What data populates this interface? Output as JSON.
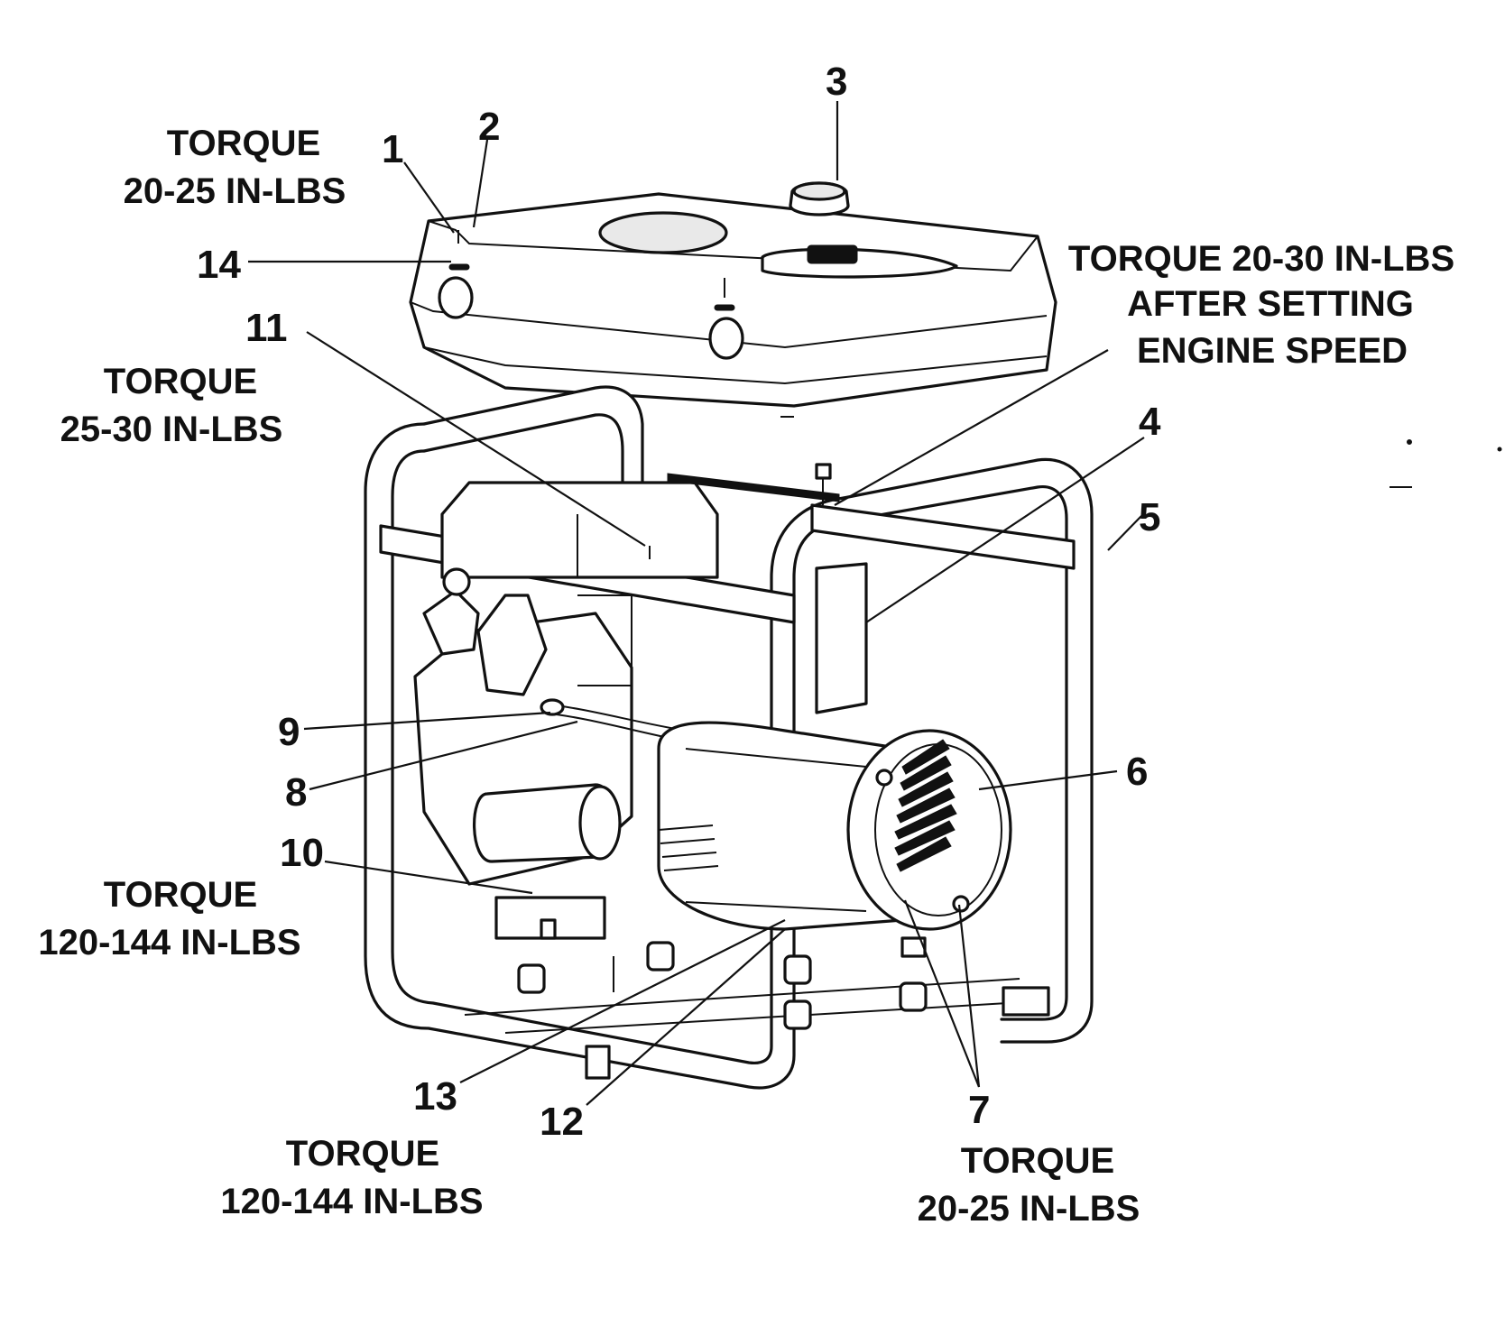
{
  "callouts": [
    "1",
    "2",
    "3",
    "4",
    "5",
    "6",
    "7",
    "8",
    "9",
    "10",
    "11",
    "12",
    "13",
    "14"
  ],
  "torque_notes": {
    "top_left": {
      "line1": "TORQUE",
      "line2": "20-25 IN-LBS"
    },
    "left_mid": {
      "line1": "TORQUE",
      "line2": "25-30 IN-LBS"
    },
    "top_right": {
      "line1": "TORQUE 20-30 IN-LBS",
      "line2": "AFTER SETTING",
      "line3": "ENGINE SPEED"
    },
    "left_low": {
      "line1": "TORQUE",
      "line2": "120-144 IN-LBS"
    },
    "bottom_mid": {
      "line1": "TORQUE",
      "line2": "120-144 IN-LBS"
    },
    "bottom_right": {
      "line1": "TORQUE",
      "line2": "20-25 IN-LBS"
    }
  }
}
